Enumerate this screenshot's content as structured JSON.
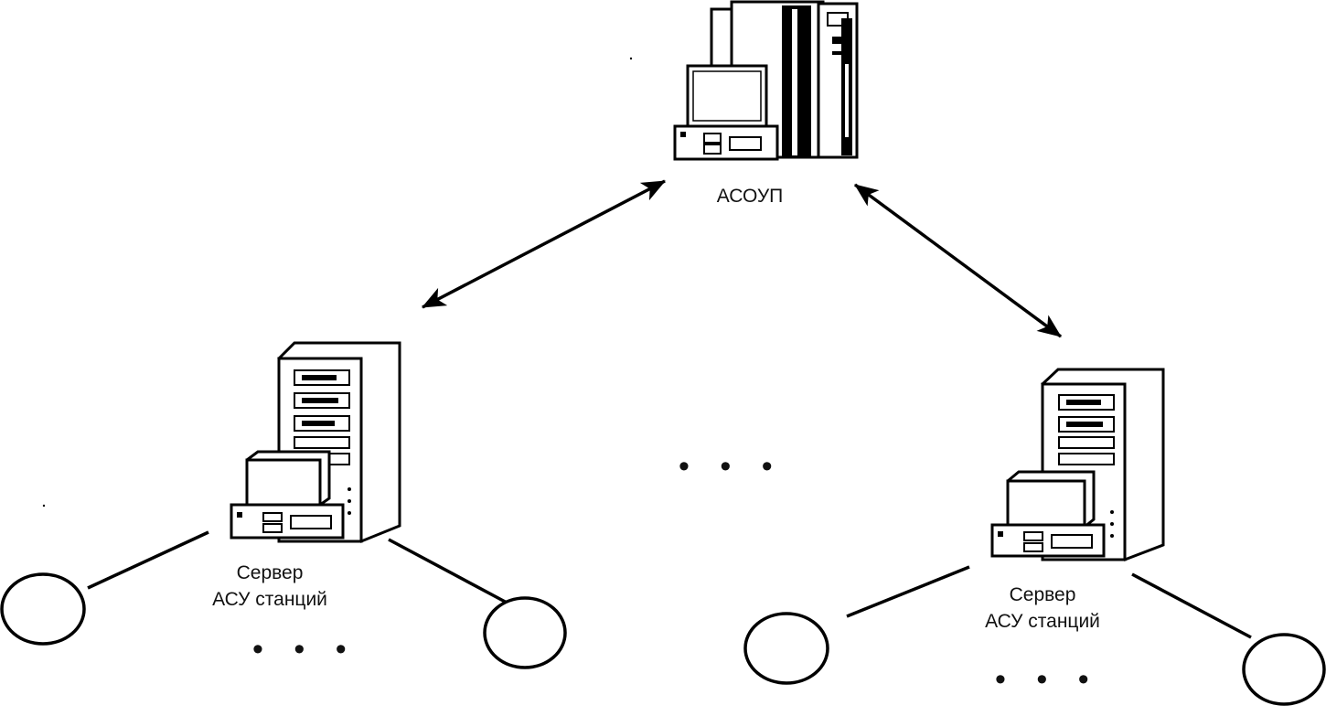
{
  "diagram": {
    "central": {
      "label": "АСОУП"
    },
    "servers": [
      {
        "line1": "Сервер",
        "line2": "АСУ станций"
      },
      {
        "line1": "Сервер",
        "line2": "АСУ станций"
      }
    ],
    "ellipsis": "• • •"
  }
}
